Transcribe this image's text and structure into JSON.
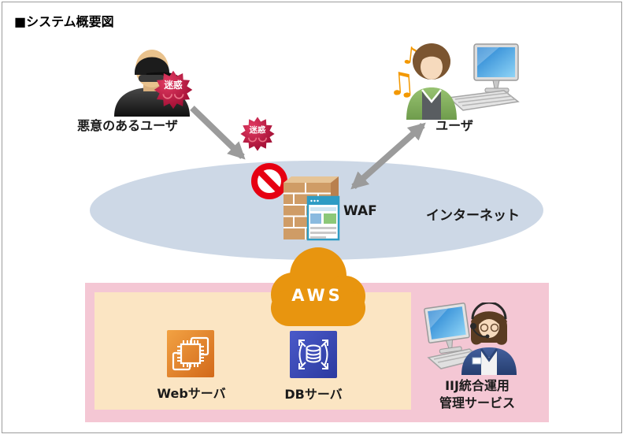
{
  "title": "■システム概要図",
  "badges": {
    "spam1": "迷惑",
    "spam2": "迷惑"
  },
  "nodes": {
    "malicious_user": {
      "label": "悪意のあるユーザ",
      "icon": "malicious-user-icon"
    },
    "user": {
      "label": "ユーザ",
      "icon": "user-with-pc-icon"
    },
    "waf": {
      "label": "WAF",
      "icon": "firewall-brick-wall-icon"
    },
    "internet": {
      "label": "インターネット",
      "icon": "internet-ellipse"
    },
    "aws": {
      "label": "AWS",
      "icon": "cloud-icon"
    },
    "web_server": {
      "label": "Webサーバ",
      "icon": "ec2-chip-icon"
    },
    "db_server": {
      "label": "DBサーバ",
      "icon": "rds-database-icon"
    },
    "management_service": {
      "label_line1": "IIJ統合運用",
      "label_line2": "管理サービス",
      "icon": "operator-with-pc-icon"
    }
  },
  "icons": {
    "music_note_single": "♪",
    "music_note_double": "♫",
    "prohibition": "no-entry-sign-icon",
    "attack_arrow": "attack-arrow",
    "traffic_arrow": "two-way-traffic-arrow"
  },
  "colors": {
    "internet_ellipse": "#cdd8e6",
    "aws_pink_area": "#f4c7d4",
    "aws_cream_area": "#fbe5c3",
    "aws_cloud_orange": "#e8950f",
    "prohibition_red": "#e60012",
    "spam_badge_red": "#bb1039",
    "arrow_gray": "#9b9b9b",
    "web_icon_orange": "#e0801f",
    "db_icon_blue": "#3a4abc",
    "music_note_orange": "#f39800",
    "label_text": "#1a1a1a"
  }
}
